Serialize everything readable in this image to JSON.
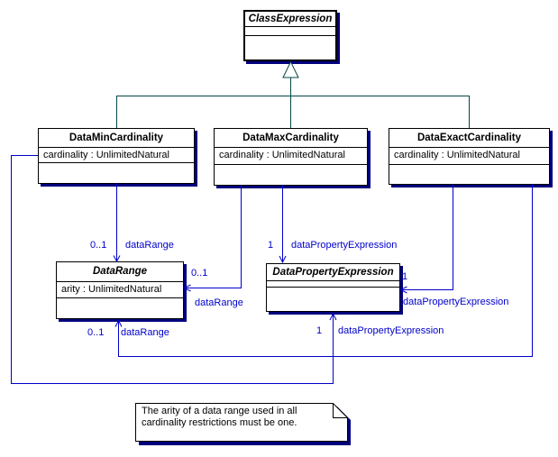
{
  "diagram": {
    "boxes": {
      "class_expression": {
        "title": "ClassExpression"
      },
      "data_min_cardinality": {
        "title": "DataMinCardinality",
        "attribute": "cardinality : UnlimitedNatural"
      },
      "data_max_cardinality": {
        "title": "DataMaxCardinality",
        "attribute": "cardinality : UnlimitedNatural"
      },
      "data_exact_cardinality": {
        "title": "DataExactCardinality",
        "attribute": "cardinality : UnlimitedNatural"
      },
      "data_range": {
        "title": "DataRange",
        "attribute": "arity : UnlimitedNatural"
      },
      "data_property_expression": {
        "title": "DataPropertyExpression"
      }
    },
    "associations": {
      "min_to_datarange": {
        "multiplicity": "0..1",
        "role": "dataRange"
      },
      "max_to_datarange": {
        "multiplicity": "0..1",
        "role": "dataRange"
      },
      "exact_to_datarange": {
        "multiplicity": "0..1",
        "role": "dataRange"
      },
      "max_to_dpe": {
        "multiplicity": "1",
        "role": "dataPropertyExpression"
      },
      "exact_to_dpe": {
        "multiplicity": "1",
        "role": "dataPropertyExpression"
      },
      "min_to_dpe": {
        "multiplicity": "1",
        "role": "dataPropertyExpression"
      }
    },
    "note": {
      "line1": "The arity of a data range used in all",
      "line2": "cardinality restrictions must be one."
    },
    "colors": {
      "association_blue": "#0000cc",
      "generalization_teal": "#074646",
      "shadow_navy": "#00007d"
    }
  }
}
